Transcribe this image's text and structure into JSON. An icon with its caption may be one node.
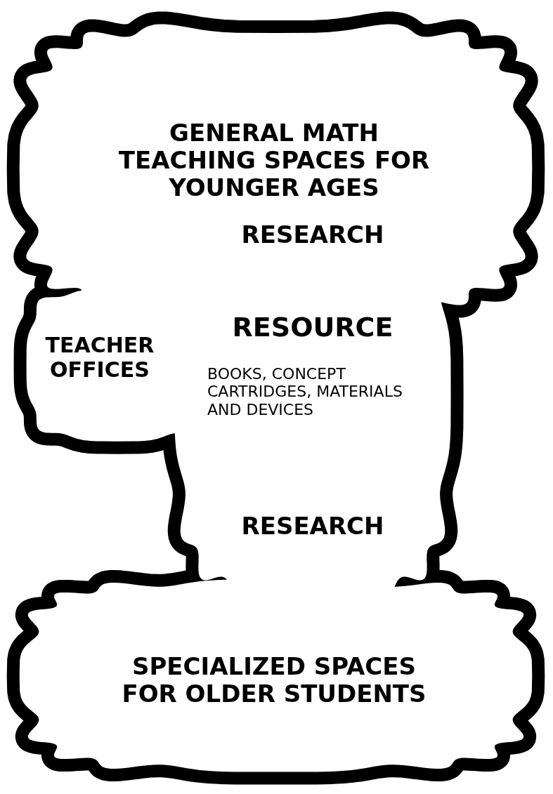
{
  "diagram": {
    "nodes": [
      {
        "text": [
          "GENERAL MATH TEACHING SPACES FOR YOUNGER AGES"
        ]
      },
      {
        "text": [
          "RESEARCH",
          "RESOURCE",
          "BOOKS, CONCEPT CARTRIDGES, MATERIALS AND DEVICES",
          "RESEARCH"
        ]
      },
      {
        "text": [
          "TEACHER OFFICES"
        ]
      },
      {
        "text": [
          "SPECIALIZED SPACES FOR OLDER STUDENTS"
        ]
      }
    ],
    "edges": []
  }
}
